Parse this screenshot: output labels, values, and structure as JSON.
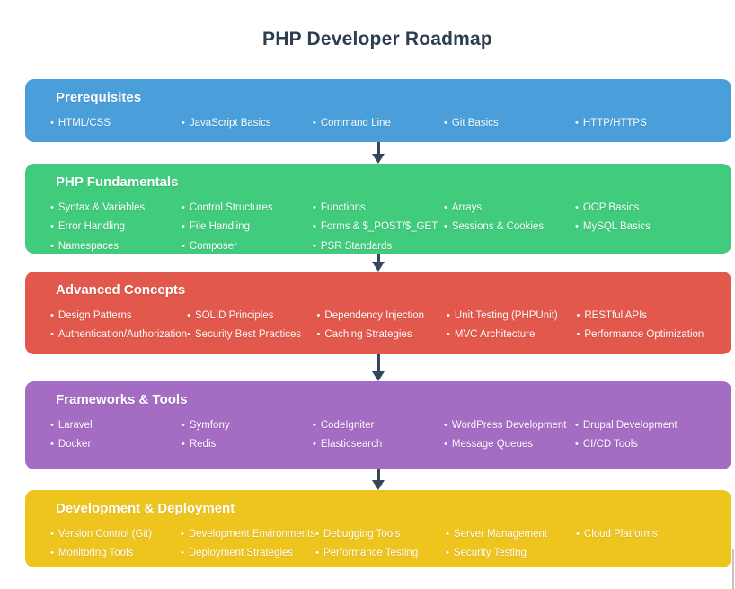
{
  "title": "PHP Developer Roadmap",
  "title_color": "#2c3e50",
  "arrow_color": "#36465a",
  "sections": [
    {
      "id": "prerequisites",
      "title": "Prerequisites",
      "color": "#4a9fdb",
      "items": [
        "HTML/CSS",
        "JavaScript Basics",
        "Command Line",
        "Git Basics",
        "HTTP/HTTPS"
      ]
    },
    {
      "id": "php-fundamentals",
      "title": "PHP Fundamentals",
      "color": "#41cb7d",
      "items": [
        "Syntax & Variables",
        "Control Structures",
        "Functions",
        "Arrays",
        "OOP Basics",
        "Error Handling",
        "File Handling",
        "Forms & $_POST/$_GET",
        "Sessions & Cookies",
        "MySQL Basics",
        "Namespaces",
        "Composer",
        "PSR Standards"
      ]
    },
    {
      "id": "advanced-concepts",
      "title": "Advanced Concepts",
      "color": "#e2584c",
      "items": [
        "Design Patterns",
        "SOLID Principles",
        "Dependency Injection",
        "Unit Testing (PHPUnit)",
        "RESTful APIs",
        "Authentication/Authorization",
        "Security Best Practices",
        "Caching Strategies",
        "MVC Architecture",
        "Performance Optimization"
      ]
    },
    {
      "id": "frameworks-tools",
      "title": "Frameworks & Tools",
      "color": "#a46cc3",
      "items": [
        "Laravel",
        "Symfony",
        "CodeIgniter",
        "WordPress Development",
        "Drupal Development",
        "Docker",
        "Redis",
        "Elasticsearch",
        "Message Queues",
        "CI/CD Tools"
      ]
    },
    {
      "id": "development-deployment",
      "title": "Development & Deployment",
      "color": "#eec41e",
      "items": [
        "Version Control (Git)",
        "Development Environments",
        "Debugging Tools",
        "Server Management",
        "Cloud Platforms",
        "Monitoring Tools",
        "Deployment Strategies",
        "Performance Testing",
        "Security Testing"
      ]
    }
  ]
}
